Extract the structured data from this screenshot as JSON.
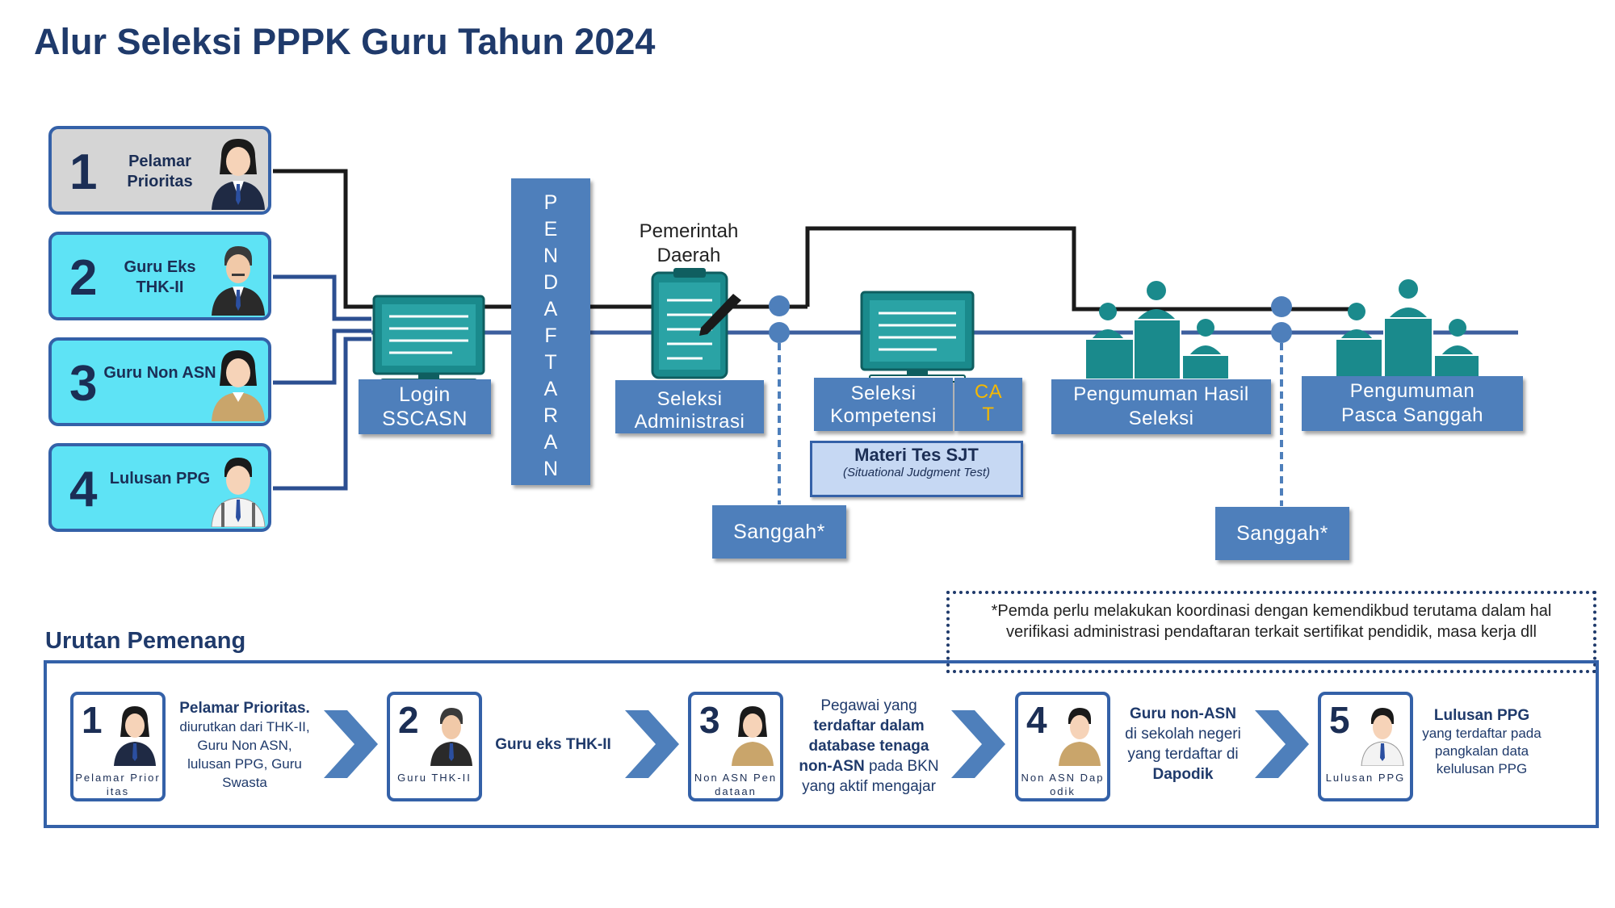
{
  "title": "Alur Seleksi PPPK Guru Tahun 2024",
  "categories": [
    {
      "number": "1",
      "label": "Pelamar Prioritas",
      "person_icon": "female-pelamar-icon"
    },
    {
      "number": "2",
      "label": "Guru Eks THK-II",
      "person_icon": "male-teacher-icon"
    },
    {
      "number": "3",
      "label": "Guru Non ASN",
      "person_icon": "female-non-asn-icon"
    },
    {
      "number": "4",
      "label": "Lulusan PPG",
      "person_icon": "male-graduate-icon"
    }
  ],
  "flow": {
    "login": "Login SSCASN",
    "pendaftaran_letters": [
      "P",
      "E",
      "N",
      "D",
      "A",
      "F",
      "T",
      "A",
      "R",
      "A",
      "N"
    ],
    "pemda_label": "Pemerintah Daerah",
    "seleksi_administrasi": "Seleksi Administrasi",
    "sanggah_1": "Sanggah*",
    "seleksi_kompetensi": "Seleksi Kompetensi",
    "cat": "CAT",
    "materi_title": "Materi Tes SJT",
    "materi_sub": "(Situational Judgment Test)",
    "pengumuman_hasil": "Pengumuman Hasil Seleksi",
    "sanggah_2": "Sanggah*",
    "pengumuman_pasca": "Pengumuman Pasca Sanggah"
  },
  "note": "*Pemda perlu melakukan koordinasi dengan kemendikbud terutama dalam hal verifikasi administrasi pendaftaran terkait sertifikat pendidik, masa kerja dll",
  "urutan": {
    "title": "Urutan Pemenang",
    "items": [
      {
        "number": "1",
        "caption": "Pelamar Prioritas",
        "desc_bold": "Pelamar Prioritas.",
        "desc_rest": "diurutkan dari THK-II, Guru Non ASN, lulusan PPG, Guru Swasta"
      },
      {
        "number": "2",
        "caption": "Guru THK-II",
        "desc_bold": "Guru eks THK-II",
        "desc_rest": ""
      },
      {
        "number": "3",
        "caption": "Non ASN Pendataan",
        "desc_pre": "Pegawai yang",
        "desc_bold": "terdaftar dalam database tenaga non-ASN",
        "desc_rest": "pada BKN yang aktif mengajar"
      },
      {
        "number": "4",
        "caption": "Non ASN Dapodik",
        "desc_bold": "Guru non-ASN",
        "desc_rest": "di sekolah negeri yang terdaftar di",
        "desc_bold2": "Dapodik"
      },
      {
        "number": "5",
        "caption": "Lulusan PPG",
        "desc_bold": "Lulusan PPG",
        "desc_rest": "yang terdaftar pada pangkalan data kelulusan PPG"
      }
    ]
  },
  "colors": {
    "title": "#1f3a6b",
    "box_blue": "#4e7fbb",
    "category_cyan": "#5ee3f5",
    "category_gray": "#d5d5d5",
    "teal": "#1a8a8c",
    "cat_text": "#f5b800"
  }
}
